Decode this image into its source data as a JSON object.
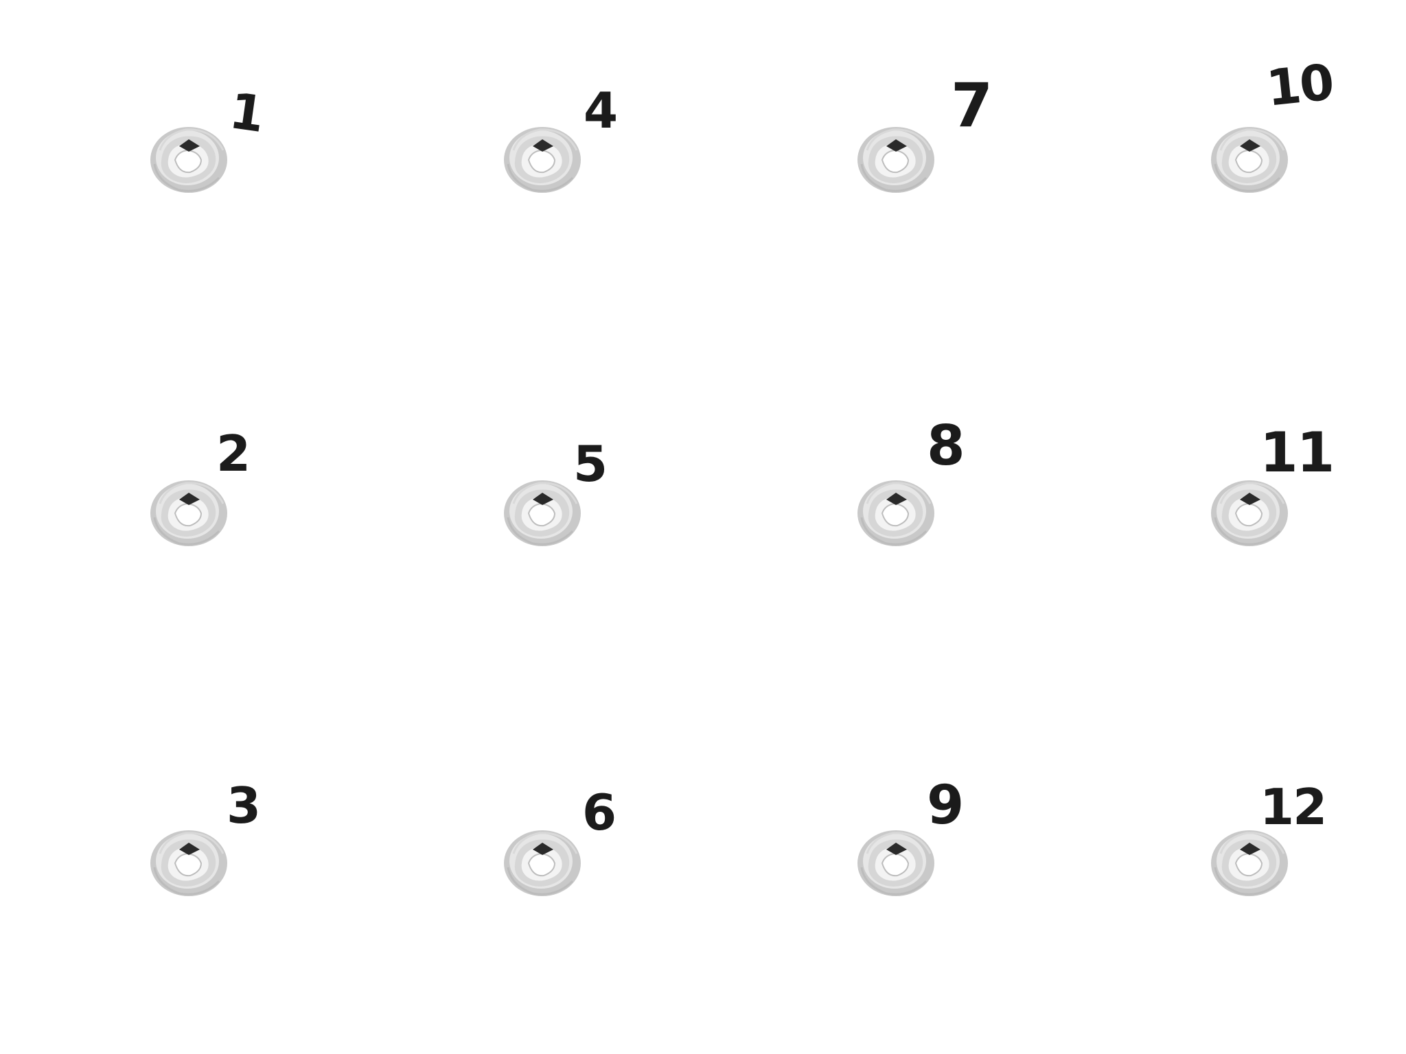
{
  "holes": [
    {
      "label": "1"
    },
    {
      "label": "2"
    },
    {
      "label": "3"
    },
    {
      "label": "4"
    },
    {
      "label": "5"
    },
    {
      "label": "6"
    },
    {
      "label": "7"
    },
    {
      "label": "8"
    },
    {
      "label": "9"
    },
    {
      "label": "10"
    },
    {
      "label": "11"
    },
    {
      "label": "12"
    }
  ],
  "icon": "bullet-hole-icon",
  "colors": {
    "background": "#ffffff",
    "ink": "#1b1b1b",
    "hole_rim": "#c9c9c9",
    "hole_center": "#2a2a2a"
  }
}
